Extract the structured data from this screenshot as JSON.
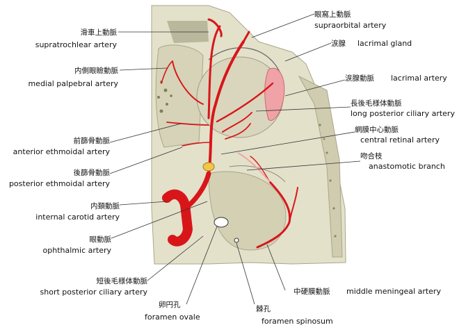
{
  "labels": {
    "supratrochlear": {
      "jp": "滑車上動脈",
      "en": "supratrochlear artery"
    },
    "supraorbital": {
      "jp": "眼窩上動脈",
      "en": "supraorbital artery"
    },
    "medial_palpebral": {
      "jp": "内側眼瞼動脈",
      "en": "medial palpebral artery"
    },
    "lacrimal_gland": {
      "jp": "涙腺",
      "en": "lacrimal gland"
    },
    "lacrimal_artery": {
      "jp": "涙腺動脈",
      "en": "lacrimal artery"
    },
    "long_posterior_ciliary": {
      "jp": "長後毛様体動脈",
      "en": "long posterior ciliary artery"
    },
    "anterior_ethmoidal": {
      "jp": "前篩骨動脈",
      "en": "anterior ethmoidal artery"
    },
    "central_retinal": {
      "jp": "網膜中心動脈",
      "en": "central retinal artery"
    },
    "anastomotic": {
      "jp": "吻合枝",
      "en": "anastomotic branch"
    },
    "posterior_ethmoidal": {
      "jp": "後篩骨動脈",
      "en": "posterior ethmoidal artery"
    },
    "internal_carotid": {
      "jp": "内頚動脈",
      "en": "internal carotid artery"
    },
    "ophthalmic": {
      "jp": "眼動脈",
      "en": "ophthalmic artery"
    },
    "short_posterior_ciliary": {
      "jp": "短後毛様体動脈",
      "en": "short posterior ciliary artery"
    },
    "foramen_ovale": {
      "jp": "卵円孔",
      "en": "foramen ovale"
    },
    "foramen_spinosum": {
      "jp": "棘孔",
      "en": "foramen spinosum"
    },
    "middle_meningeal": {
      "jp": "中硬膜動脈",
      "en": "middle meningeal artery"
    }
  },
  "colors": {
    "artery": "#d8161a",
    "bone": "#e3e1ca",
    "bone_shadow": "#b9b79c",
    "gland": "#efa3a6",
    "leader": "#333333"
  }
}
